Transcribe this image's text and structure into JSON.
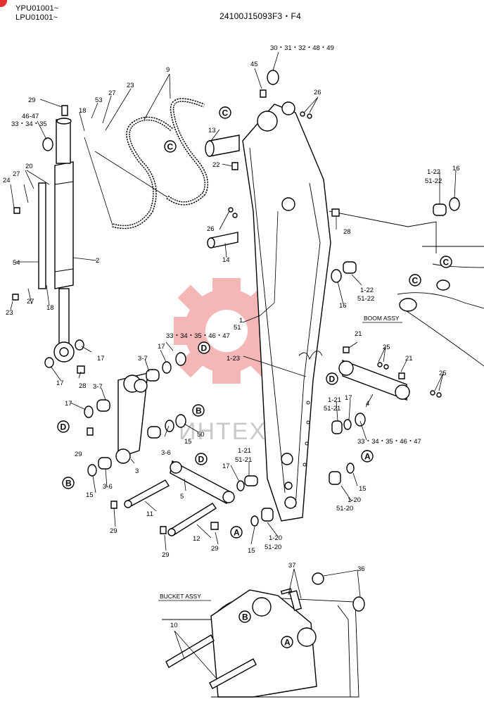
{
  "header": {
    "model_line_1": "YPU01001~",
    "model_line_2": "LPU01001~",
    "drawing_number": "24100J15093F3・F4"
  },
  "watermark": {
    "text": "ИНТЕХ",
    "logo": "gear-logo",
    "color": "#e23030"
  },
  "assembly_labels": {
    "boom": "BOOM ASSY",
    "bucket": "BUCKET ASSY"
  },
  "callouts": {
    "c9": "9",
    "c30_49": "30・31・32・48・49",
    "c45": "45",
    "c26a": "26",
    "c29a": "29",
    "c53": "53",
    "c27a": "27",
    "c23a": "23",
    "c46_47": "46-47",
    "c33_35a": "33・34・35",
    "c18a": "18",
    "c13": "13",
    "c22": "22",
    "c1_22a": "1-22",
    "c51_22a": "51-22",
    "c16a": "16",
    "c20": "20",
    "c24": "24",
    "c27b": "27",
    "c26b": "26",
    "c28a": "28",
    "c14": "14",
    "c54": "54",
    "c2": "2",
    "c1_22b": "1-22",
    "c51_22b": "51-22",
    "c16b": "16",
    "c23b": "23",
    "c27c": "27",
    "c18b": "18",
    "c1": "1",
    "c51": "51",
    "c33_47a": "33・34・35・46・47",
    "c21a": "21",
    "c25a": "25",
    "c21b": "21",
    "c17a": "17",
    "c17b": "17",
    "c3_7a": "3-7",
    "c17c": "17",
    "c1_23": "1-23",
    "c25b": "25",
    "c28b": "28",
    "c3_7b": "3-7",
    "c1_21a": "1-21",
    "c51_21a": "51-21",
    "c17d": "17",
    "c4": "4",
    "c17e": "17",
    "c50": "50",
    "c15a": "15",
    "c29b": "29",
    "c3_6a": "3-6",
    "c33_47b": "33・34・35・46・47",
    "c1_21b": "1-21",
    "c51_21b": "51-21",
    "c3": "3",
    "c17f": "17",
    "c15b": "15",
    "c3_6b": "3-6",
    "c5": "5",
    "c15c": "15",
    "c1_20a": "1-20",
    "c51_20a": "51-20",
    "c11": "11",
    "c29c": "29",
    "c12": "12",
    "c29d": "29",
    "c29e": "29",
    "c15d": "15",
    "c1_20b": "1-20",
    "c51_20b": "51-20",
    "c37": "37",
    "c36": "36",
    "c10": "10"
  },
  "connection_markers": {
    "A": "A",
    "B": "B",
    "C": "C",
    "D": "D"
  }
}
